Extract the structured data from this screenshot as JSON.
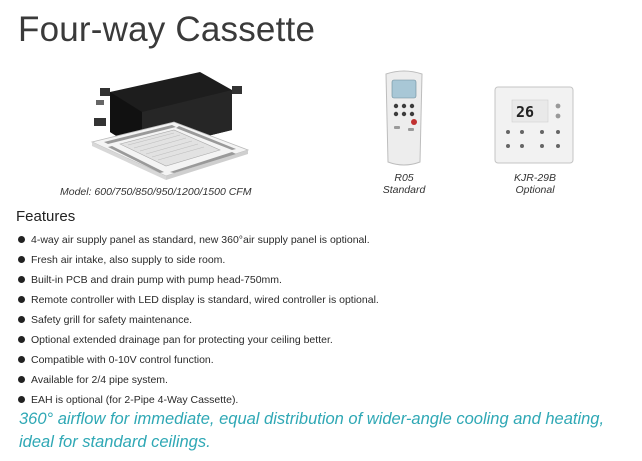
{
  "header": {
    "title": "Four-way Cassette"
  },
  "product": {
    "model_caption": "Model: 600/750/850/950/1200/1500 CFM"
  },
  "controllers": [
    {
      "code": "R05",
      "type": "Standard"
    },
    {
      "code": "KJR-29B",
      "type": "Optional"
    }
  ],
  "wired_display": {
    "temperature_digits": "26"
  },
  "features": {
    "heading": "Features",
    "items": [
      "4-way air supply panel as standard, new 360°air supply panel is optional.",
      "Fresh air intake, also supply to side room.",
      "Built-in PCB and drain pump with pump head-750mm.",
      "Remote controller with LED display is standard, wired controller is optional.",
      "Safety grill for safety maintenance.",
      "Optional extended drainage pan for protecting your ceiling better.",
      "Compatible with 0-10V control function.",
      "Available  for 2/4 pipe system.",
      "EAH is optional (for 2-Pipe 4-Way Cassette)."
    ]
  },
  "tagline": {
    "line1": "360° airflow for immediate, equal distribution of wider-angle cooling and heating,",
    "line2": "ideal for standard ceilings."
  },
  "colors": {
    "tagline": "#2fa8b5",
    "title": "#3a3a3a"
  }
}
